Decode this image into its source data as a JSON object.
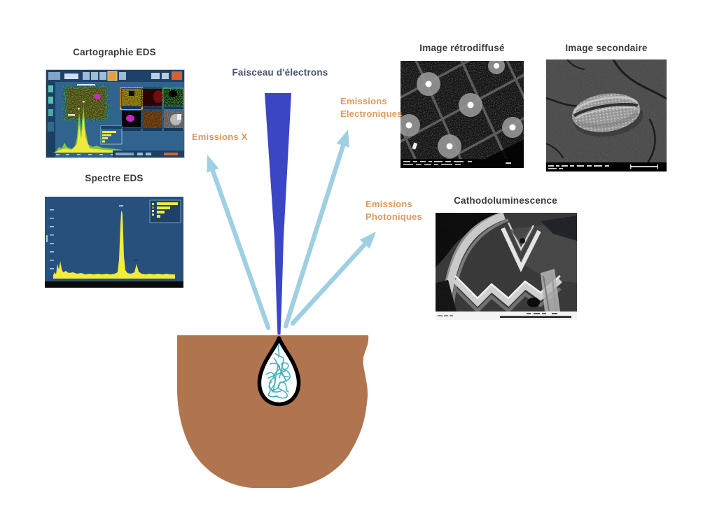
{
  "beam": {
    "label": "Faisceau d'électrons"
  },
  "figures": {
    "eds_cartography": {
      "label": "Cartographie EDS"
    },
    "eds_spectrum": {
      "label": "Spectre EDS"
    },
    "backscattered": {
      "label": "Image rétrodiffusé"
    },
    "secondary": {
      "label": "Image secondaire"
    },
    "cathodoluminescence": {
      "label": "Cathodoluminescence"
    }
  },
  "emissions": {
    "x": {
      "label": "Emissions X"
    },
    "electronic": {
      "line1": "Emissions",
      "line2": "Electroniques"
    },
    "photonic": {
      "line1": "Emissions",
      "line2": "Photoniques"
    }
  },
  "colors": {
    "beam_blue": "#3a46c3",
    "arrow_light_blue": "#9fcfe2",
    "emission_label_orange": "#dc9a5f",
    "beam_title_blue": "#42536d",
    "caption_gray": "#3a3a3a",
    "sample_brown": "#b0744f",
    "trajectory_teal": "#2aa7b4",
    "eds_ui_background": "#30648f",
    "spectrum_yellow": "#f4ec38"
  }
}
